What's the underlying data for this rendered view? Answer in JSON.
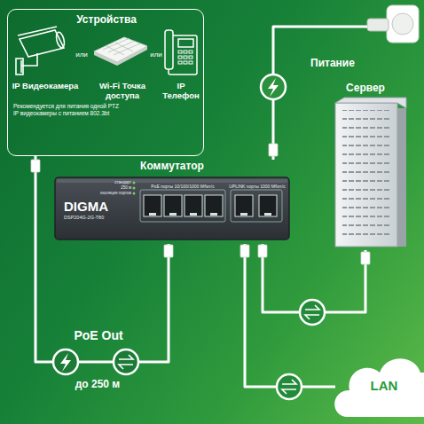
{
  "diagram": {
    "nodes": [
      {
        "text": [
          "Устройства"
        ]
      },
      {
        "text": [
          "IP Видеокамера",
          "Рекомендуется для питания одной PTZ IP видеокамеры с питанием 802.3bt"
        ],
        "in": 0
      },
      {
        "text": [
          "Wi-Fi Точка доступа"
        ],
        "in": 0
      },
      {
        "text": [
          "IP Телефон"
        ],
        "in": 0
      },
      {
        "text": [
          "Коммутатор",
          "DIGMA",
          "DSP204G-2G-T80"
        ]
      },
      {
        "text": [
          "Питание"
        ]
      },
      {
        "text": [
          "Сервер"
        ]
      },
      {
        "text": [
          "LAN"
        ]
      }
    ],
    "edges": [
      {
        "from": 0,
        "to": 4,
        "arrow": "none",
        "label": "PoE Out"
      },
      {
        "from": 5,
        "to": 4,
        "arrow": "none"
      },
      {
        "from": 4,
        "to": 6,
        "arrow": "none"
      },
      {
        "from": 4,
        "to": 7,
        "arrow": "none"
      }
    ],
    "labels": [
      "или",
      "или",
      "стандарт",
      "250 м",
      "изоляция портов",
      "PoE порты 10/100/1000 Мбит/с",
      "UPLINK порты 1000 Мбит/с",
      "до 250 м"
    ]
  }
}
